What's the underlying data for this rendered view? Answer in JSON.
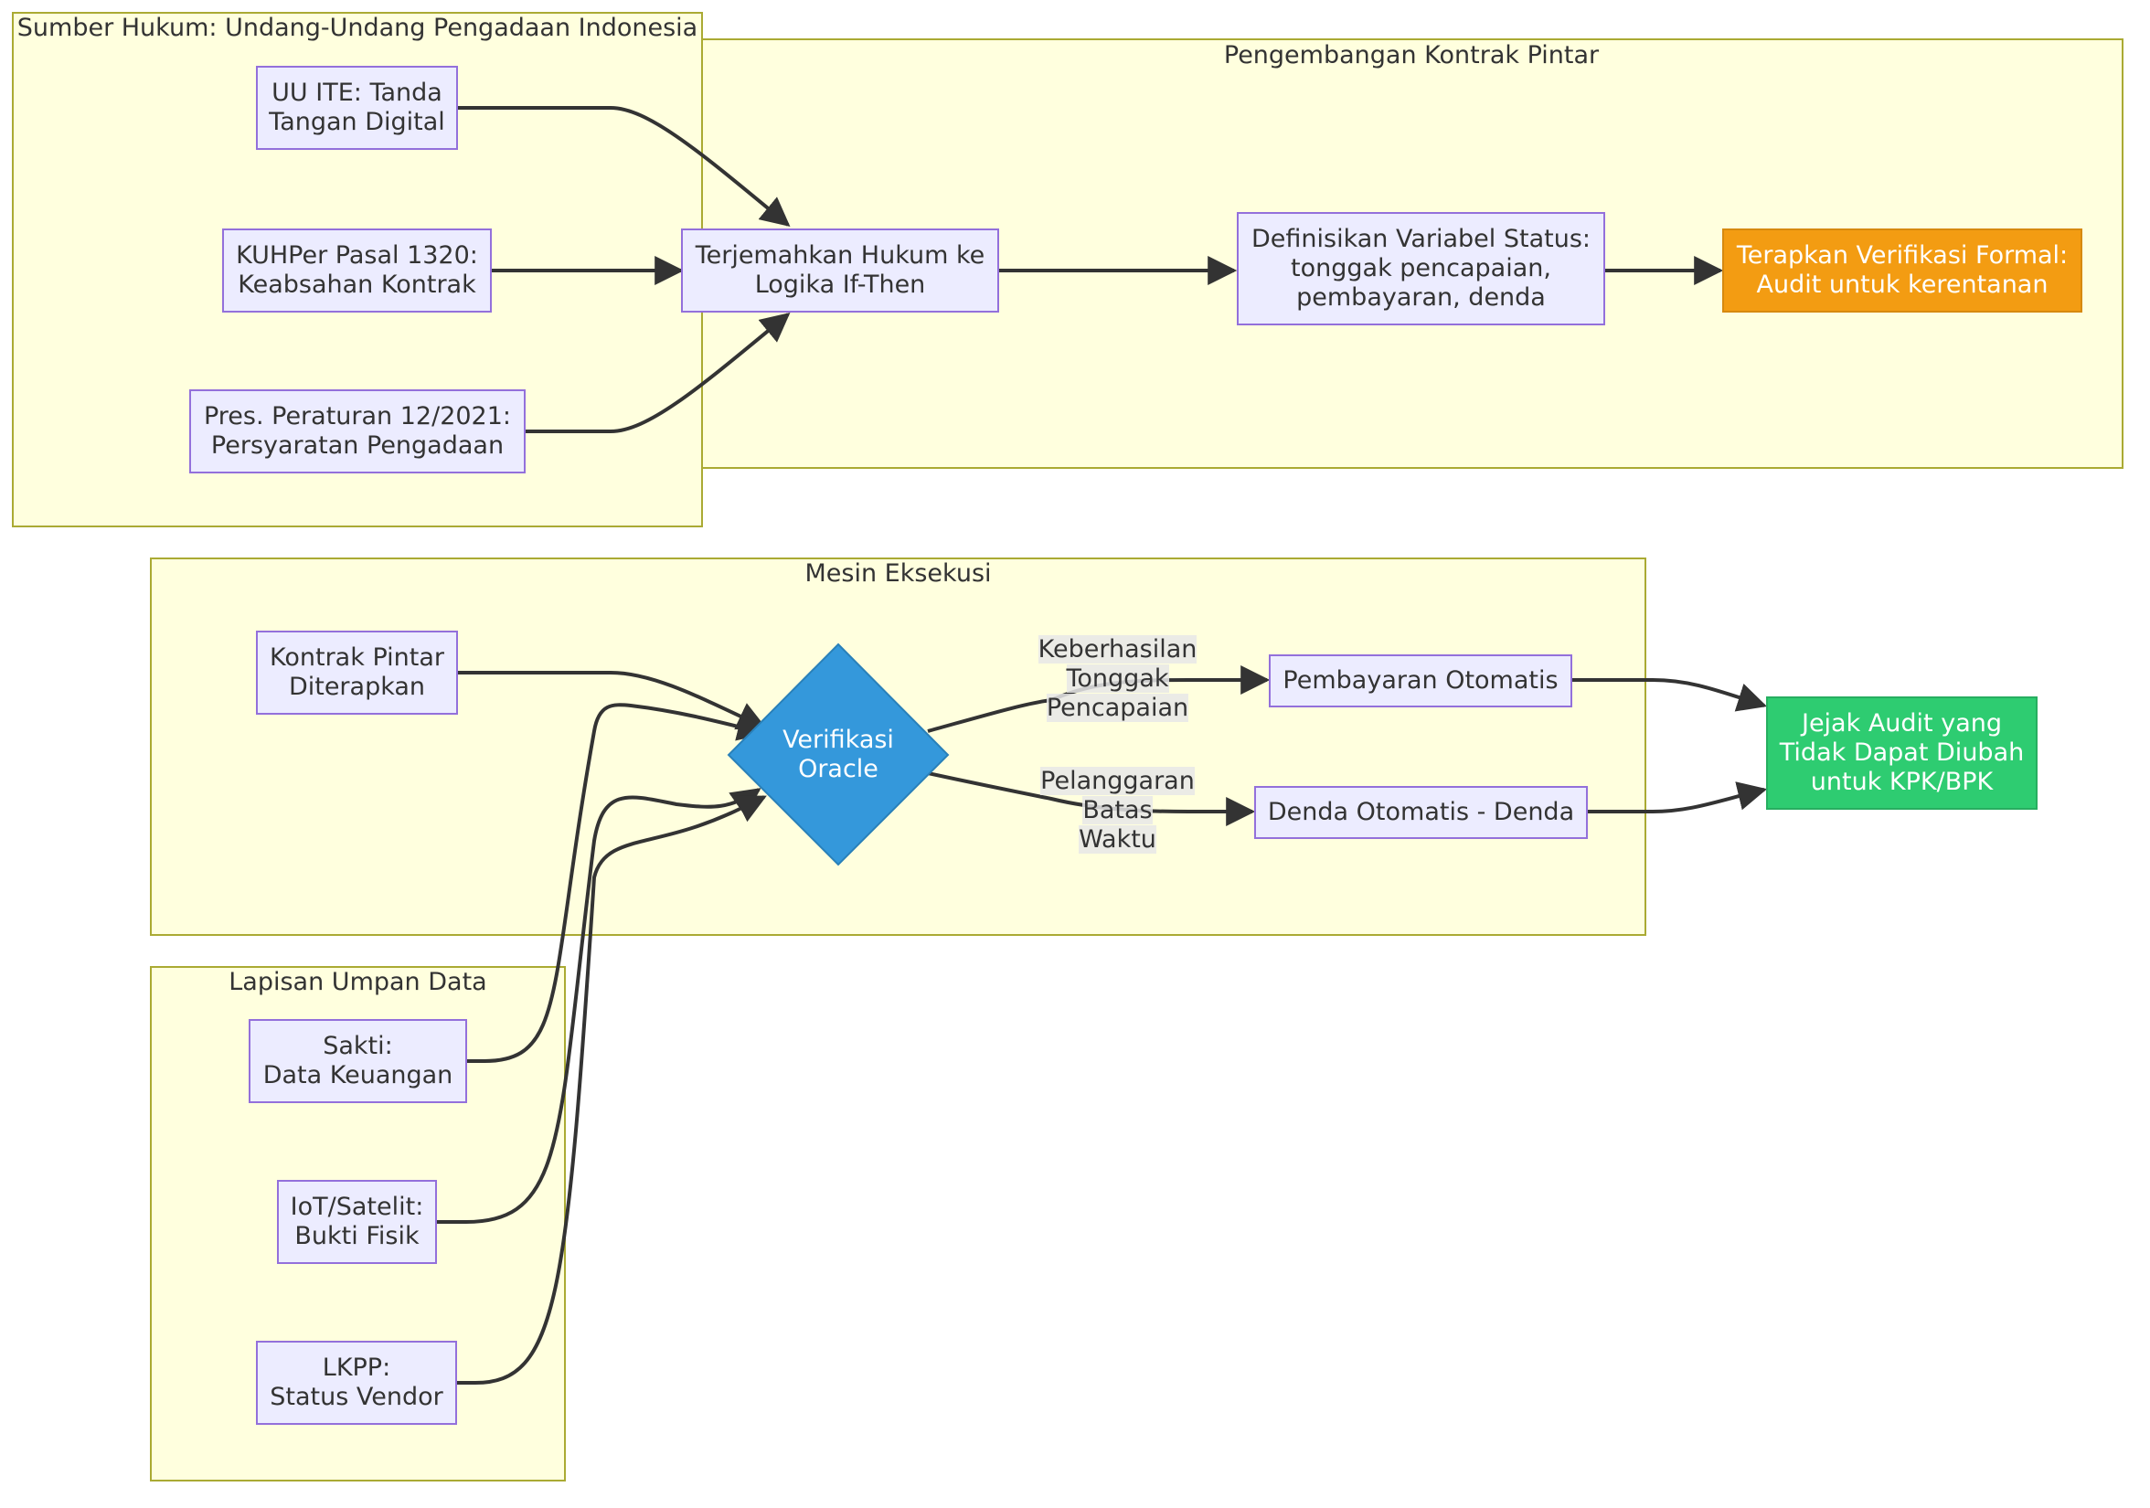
{
  "clusters": {
    "legal": "Sumber Hukum: Undang-Undang Pengadaan Indonesia",
    "dev": "Pengembangan Kontrak Pintar",
    "exec": "Mesin Eksekusi",
    "data": "Lapisan Umpan Data"
  },
  "nodes": {
    "uu_ite": "UU ITE: Tanda\nTangan Digital",
    "kuhper": "KUHPer Pasal 1320:\nKeabsahan Kontrak",
    "perpres": "Pres. Peraturan 12/2021:\nPersyaratan Pengadaan",
    "translate": "Terjemahkan Hukum ke\nLogika If-Then",
    "define": "Definisikan Variabel Status:\ntonggak pencapaian,\npembayaran, denda",
    "verify": "Terapkan Verifikasi Formal:\nAudit untuk kerentanan",
    "deployed": "Kontrak Pintar\nDiterapkan",
    "oracle": "Verifikasi\nOracle",
    "payment": "Pembayaran Otomatis",
    "penalty": "Denda Otomatis - Denda",
    "sakti": "Sakti:\nData Keuangan",
    "iot": "IoT/Satelit:\nBukti Fisik",
    "lkpp": "LKPP:\nStatus Vendor",
    "audit": "Jejak Audit yang\nTidak Dapat Diubah\nuntuk KPK/BPK"
  },
  "edge_labels": {
    "success": "Keberhasilan\nTonggak\nPencapaian",
    "violation": "Pelanggaran\nBatas\nWaktu"
  },
  "colors": {
    "cluster_fill": "#ffffde",
    "cluster_border": "#aaaa33",
    "node_fill": "#ececff",
    "node_border": "#9370db",
    "orange": "#f39c12",
    "oracle_blue": "#3498db",
    "green": "#2ecc71",
    "edge": "#333333"
  }
}
